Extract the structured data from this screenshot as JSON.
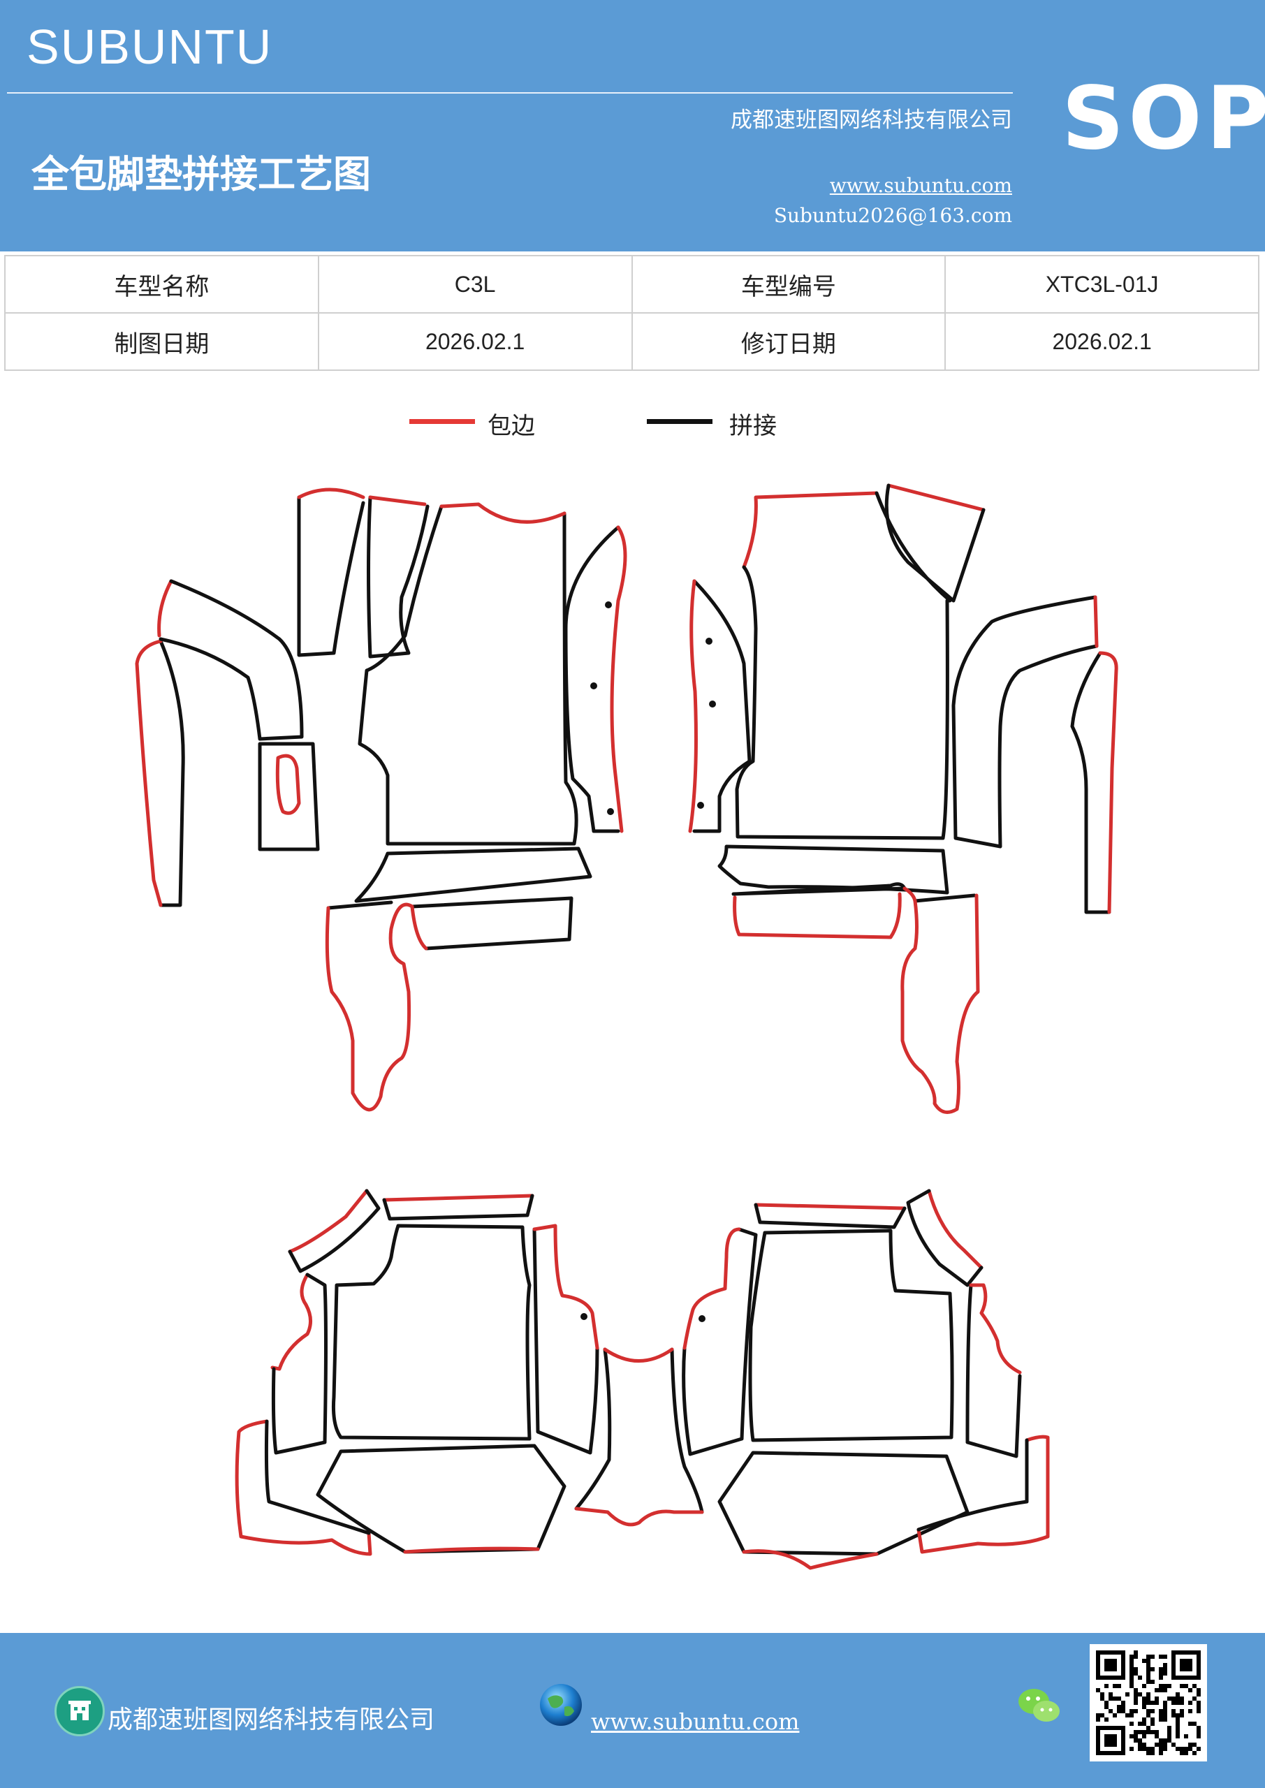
{
  "header": {
    "brand": "SUBUNTU",
    "company": "成都速班图网络科技有限公司",
    "title": "全包脚垫拼接工艺图",
    "website": "www.subuntu.com",
    "email": "Subuntu2026@163.com",
    "badge": "SOP"
  },
  "info_table": {
    "rows": [
      {
        "label1": "车型名称",
        "value1": "C3L",
        "label2": "车型编号",
        "value2": "XTC3L-01J"
      },
      {
        "label1": "制图日期",
        "value1": "2026.02.1",
        "label2": "修订日期",
        "value2": "2026.02.1"
      }
    ]
  },
  "legend": {
    "items": [
      {
        "label": "包边",
        "color": "#e53935"
      },
      {
        "label": "拼接",
        "color": "#111111"
      }
    ]
  },
  "footer": {
    "company": "成都速班图网络科技有限公司",
    "website": "www.subuntu.com"
  },
  "colors": {
    "header_bg": "#5b9bd5",
    "edge_red": "#d32f2f",
    "seam_black": "#111111"
  }
}
